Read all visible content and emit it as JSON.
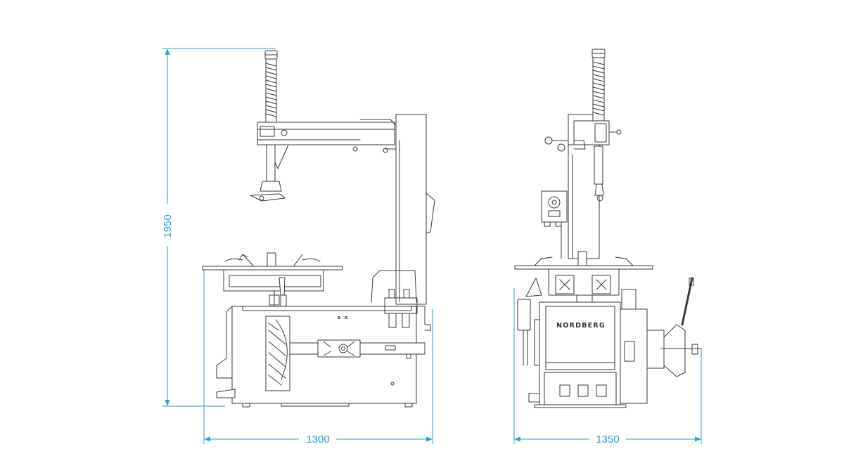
{
  "dimensions": {
    "height_label": "1950",
    "width_side_label": "1300",
    "width_front_label": "1350"
  },
  "brand": "NORDBERG",
  "colors": {
    "dimension_line": "#2a9fd6",
    "machine_line": "#3a3a3a",
    "background": "#ffffff"
  }
}
